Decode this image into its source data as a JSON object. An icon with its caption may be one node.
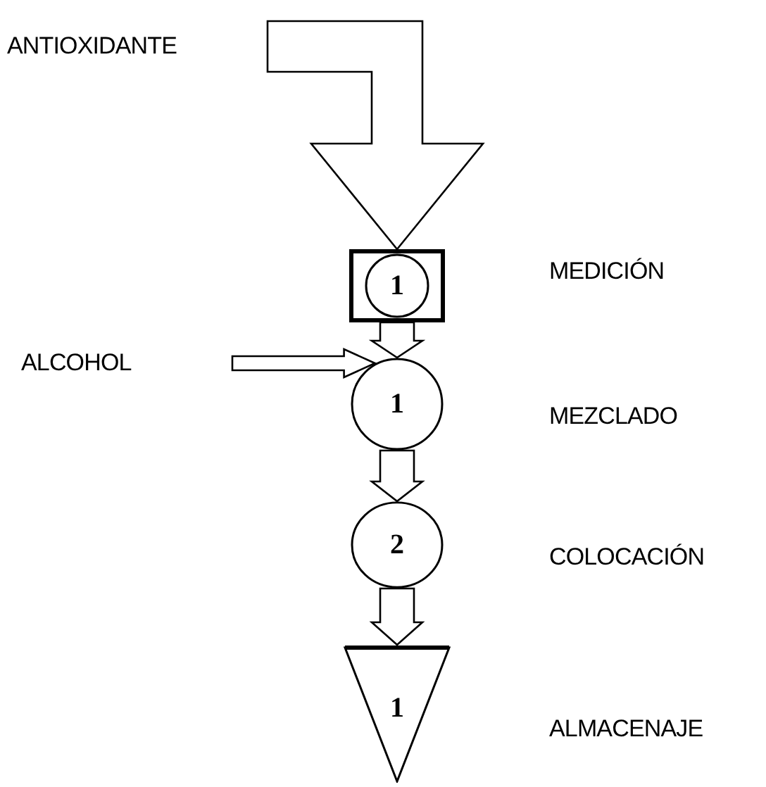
{
  "diagram": {
    "nodes": [
      {
        "text": [
          "ANTIOXIDANTE"
        ]
      },
      {
        "text": [
          "1"
        ]
      },
      {
        "text": [
          "ALCOHOL"
        ]
      },
      {
        "text": [
          "1"
        ]
      },
      {
        "text": [
          "2"
        ]
      },
      {
        "text": [
          "1"
        ]
      }
    ],
    "edges": [
      {
        "from": 0,
        "to": 1,
        "arrow": "to"
      },
      {
        "from": 1,
        "to": 3,
        "arrow": "to"
      },
      {
        "from": 2,
        "to": 3,
        "arrow": "to"
      },
      {
        "from": 3,
        "to": 4,
        "arrow": "to"
      },
      {
        "from": 4,
        "to": 5,
        "arrow": "to"
      }
    ],
    "labels": [
      "MEDICIÓN",
      "MEZCLADO",
      "COLOCACIÓN",
      "ALMACENAJE"
    ]
  }
}
